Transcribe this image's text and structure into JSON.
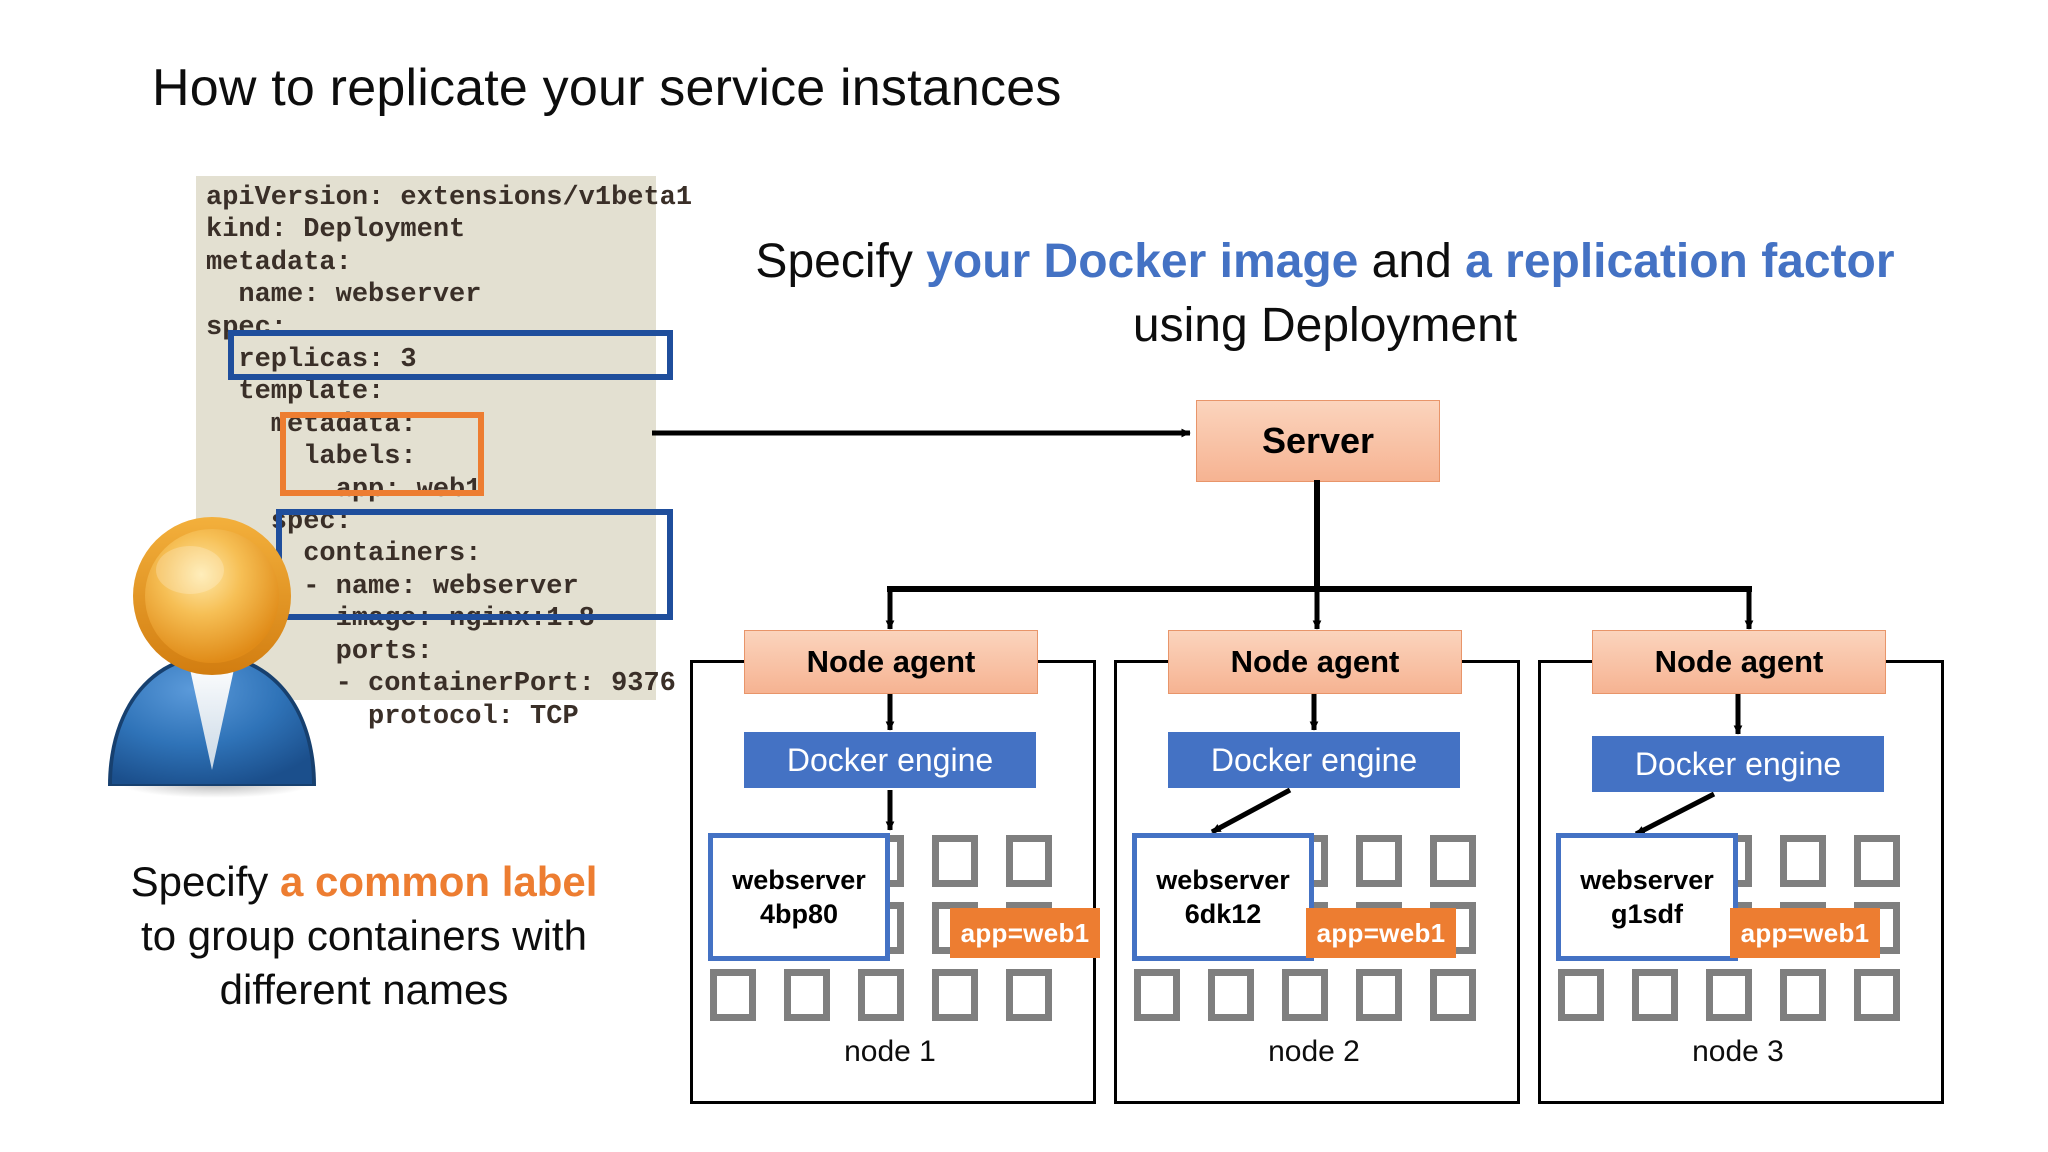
{
  "slide": {
    "title": "How to replicate your service instances"
  },
  "code_panel": {
    "name": "kubernetes-deployment-yaml",
    "background_color": "#e3e0d1",
    "text": "apiVersion: extensions/v1beta1\nkind: Deployment\nmetadata:\n  name: webserver\nspec:\n  replicas: 3\n  template:\n    metadata:\n      labels:\n        app: web1\n    spec:\n      containers:\n      - name: webserver\n        image: nginx:1.8\n        ports:\n        - containerPort: 9376\n          protocol: TCP",
    "lines": [
      "apiVersion: extensions/v1beta1",
      "kind: Deployment",
      "metadata:",
      "  name: webserver",
      "spec:",
      "  replicas: 3",
      "  template:",
      "    metadata:",
      "      labels:",
      "        app: web1",
      "    spec:",
      "      containers:",
      "      - name: webserver",
      "        image: nginx:1.8",
      "        ports:",
      "        - containerPort: 9376",
      "          protocol: TCP"
    ],
    "highlights": [
      {
        "name": "replicas-highlight",
        "target": "replicas: 3",
        "color": "#1f4e9c"
      },
      {
        "name": "labels-highlight",
        "target": "labels: app: web1",
        "color": "#ed7d31"
      },
      {
        "name": "containers-highlight",
        "target": "containers: - name: webserver image: nginx:1.8",
        "color": "#1f4e9c"
      }
    ]
  },
  "headline": {
    "part1": "Specify ",
    "emphasis1": "your Docker image",
    "part2": " and ",
    "emphasis2": "a replication factor",
    "line2": "using Deployment",
    "emphasis_color": "#4472c4"
  },
  "bottom_note": {
    "part1": "Specify ",
    "emphasis": "a common label",
    "line2": "to group containers with",
    "line3": "different names",
    "emphasis_color": "#ed7d31"
  },
  "diagram": {
    "server_label": "Server",
    "server_color": "#f6b392",
    "node_agent_label": "Node agent",
    "docker_engine_label": "Docker engine",
    "docker_engine_color": "#4472c4",
    "badge_label": "app=web1",
    "badge_color": "#ed7d31",
    "pod_name": "webserver",
    "container_square_color": "#7f7f7f",
    "nodes": [
      {
        "caption": "node 1",
        "agent_label": "Node agent",
        "docker_label": "Docker engine",
        "pod_name": "webserver",
        "pod_id": "4bp80",
        "badge": "app=web1"
      },
      {
        "caption": "node 2",
        "agent_label": "Node agent",
        "docker_label": "Docker engine",
        "pod_name": "webserver",
        "pod_id": "6dk12",
        "badge": "app=web1"
      },
      {
        "caption": "node 3",
        "agent_label": "Node agent",
        "docker_label": "Docker engine",
        "pod_name": "webserver",
        "pod_id": "g1sdf",
        "badge": "app=web1"
      }
    ]
  },
  "avatar": {
    "name": "user-avatar",
    "head_color": "#f0a028",
    "body_color": "#2b6cb6"
  }
}
